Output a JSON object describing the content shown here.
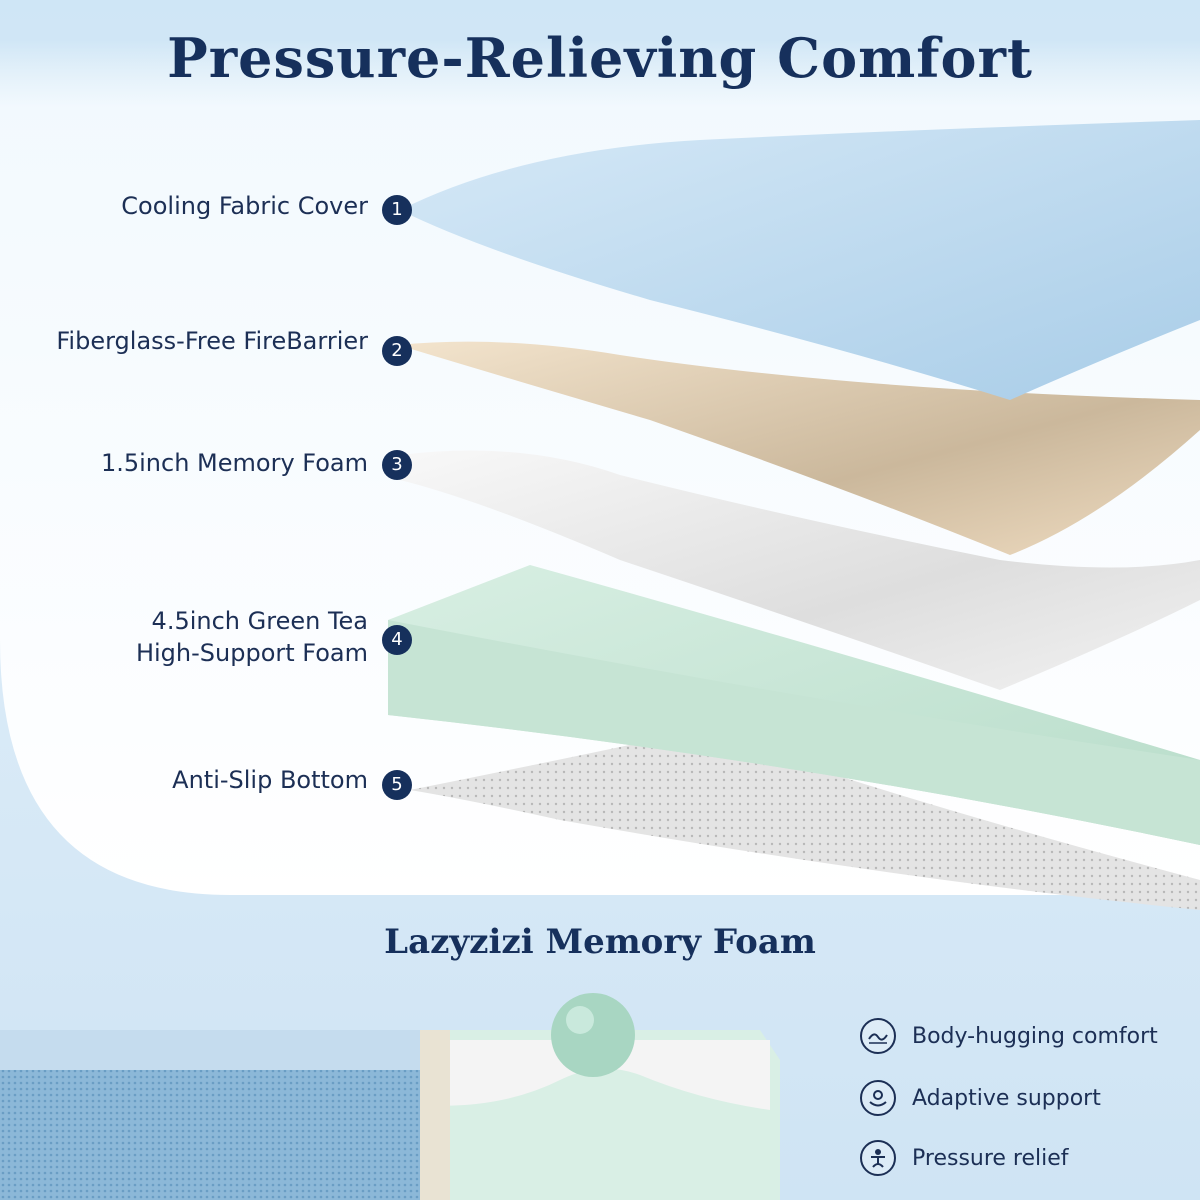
{
  "title": "Pressure-Relieving Comfort",
  "layers": [
    {
      "number": "1",
      "label": "Cooling Fabric Cover"
    },
    {
      "number": "2",
      "label": "Fiberglass-Free FireBarrier"
    },
    {
      "number": "3",
      "label": "1.5inch Memory Foam"
    },
    {
      "number": "4",
      "label_line1": "4.5inch Green Tea",
      "label_line2": "High-Support Foam"
    },
    {
      "number": "5",
      "label": "Anti-Slip Bottom"
    }
  ],
  "subtitle": "Lazyzizi Memory Foam",
  "features": [
    {
      "icon": "body-hugging-icon",
      "label": "Body-hugging comfort"
    },
    {
      "icon": "adaptive-support-icon",
      "label": "Adaptive support"
    },
    {
      "icon": "pressure-relief-icon",
      "label": "Pressure relief"
    }
  ],
  "colors": {
    "navy": "#16305c",
    "cover": "#bcd9ee",
    "barrier": "#e8d6bf",
    "memory_foam": "#f0f0f0",
    "green_tea_foam": "#cfe9dc",
    "bottom": "#dcdcdc"
  }
}
